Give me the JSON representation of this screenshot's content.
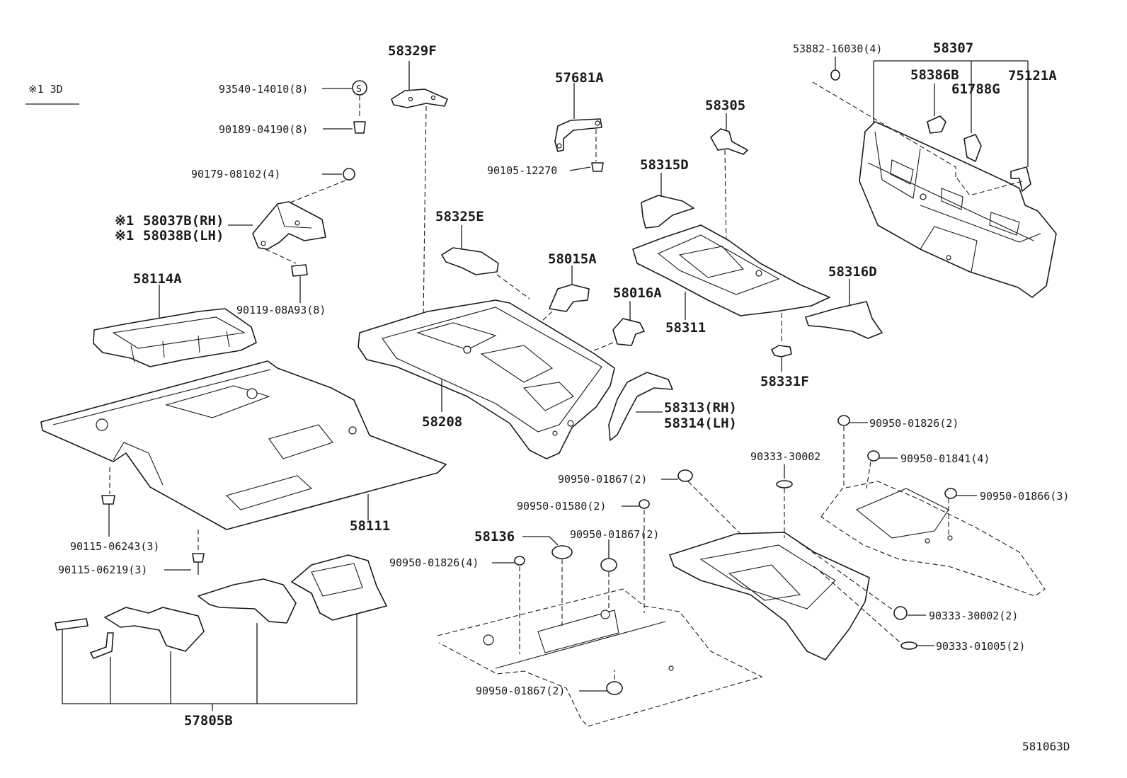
{
  "note": "※1 3D",
  "diagram_number": "581063D",
  "parts_left": [
    "58329F",
    "58114A",
    "58111",
    "57805B",
    "58037B(RH)",
    "58038B(LH)"
  ],
  "parts_left_prefix": "※1",
  "parts_center": [
    "57681A",
    "58325E",
    "58015A",
    "58016A",
    "58208",
    "58313(RH)",
    "58314(LH)",
    "58136"
  ],
  "parts_right": [
    "58307",
    "58386B",
    "61788G",
    "75121A",
    "58305",
    "58315D",
    "58316D",
    "58311",
    "58331F"
  ],
  "fasteners_left": [
    "93540-14010(8)",
    "90189-04190(8)",
    "90179-08102(4)",
    "90119-08A93(8)",
    "90115-06243(3)",
    "90115-06219(3)"
  ],
  "fasteners_center": [
    "90105-12270",
    "90950-01867(2)",
    "90950-01580(2)",
    "90950-01867(2)",
    "90950-01826(4)",
    "90950-01867(2)"
  ],
  "fasteners_right": [
    "53882-16030(4)",
    "90950-01826(2)",
    "90950-01841(4)",
    "90333-30002",
    "90950-01866(3)",
    "90333-30002(2)",
    "90333-01005(2)"
  ]
}
